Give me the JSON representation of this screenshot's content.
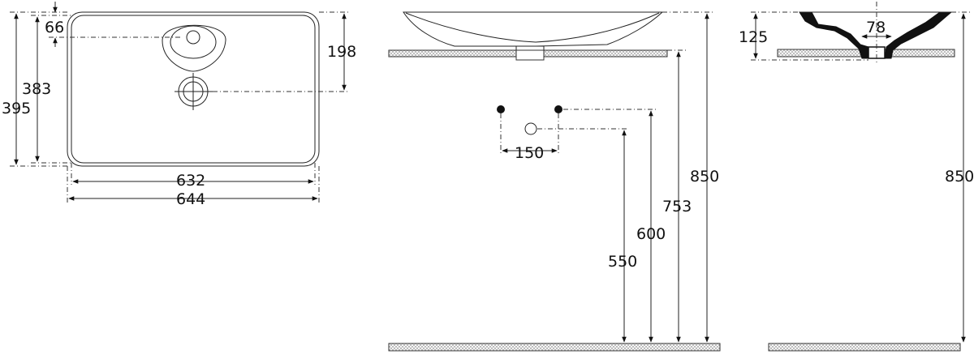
{
  "drawing": {
    "colors": {
      "line": "#222222",
      "fill_dark": "#111111",
      "counter_hatch": "#999999"
    },
    "top_view": {
      "dim_overall_height": "395",
      "dim_inner_height": "383",
      "dim_tap_offset": "66",
      "dim_drain_offset": "198",
      "dim_inner_width": "632",
      "dim_overall_width": "644"
    },
    "front_view": {
      "dim_fixing_spacing": "150",
      "dim_waste_height": "550",
      "dim_fixing_height": "600",
      "dim_counter_height": "753",
      "dim_total_height": "850"
    },
    "side_view": {
      "dim_basin_height": "125",
      "dim_waste_diameter": "78",
      "dim_total_height": "850"
    }
  }
}
